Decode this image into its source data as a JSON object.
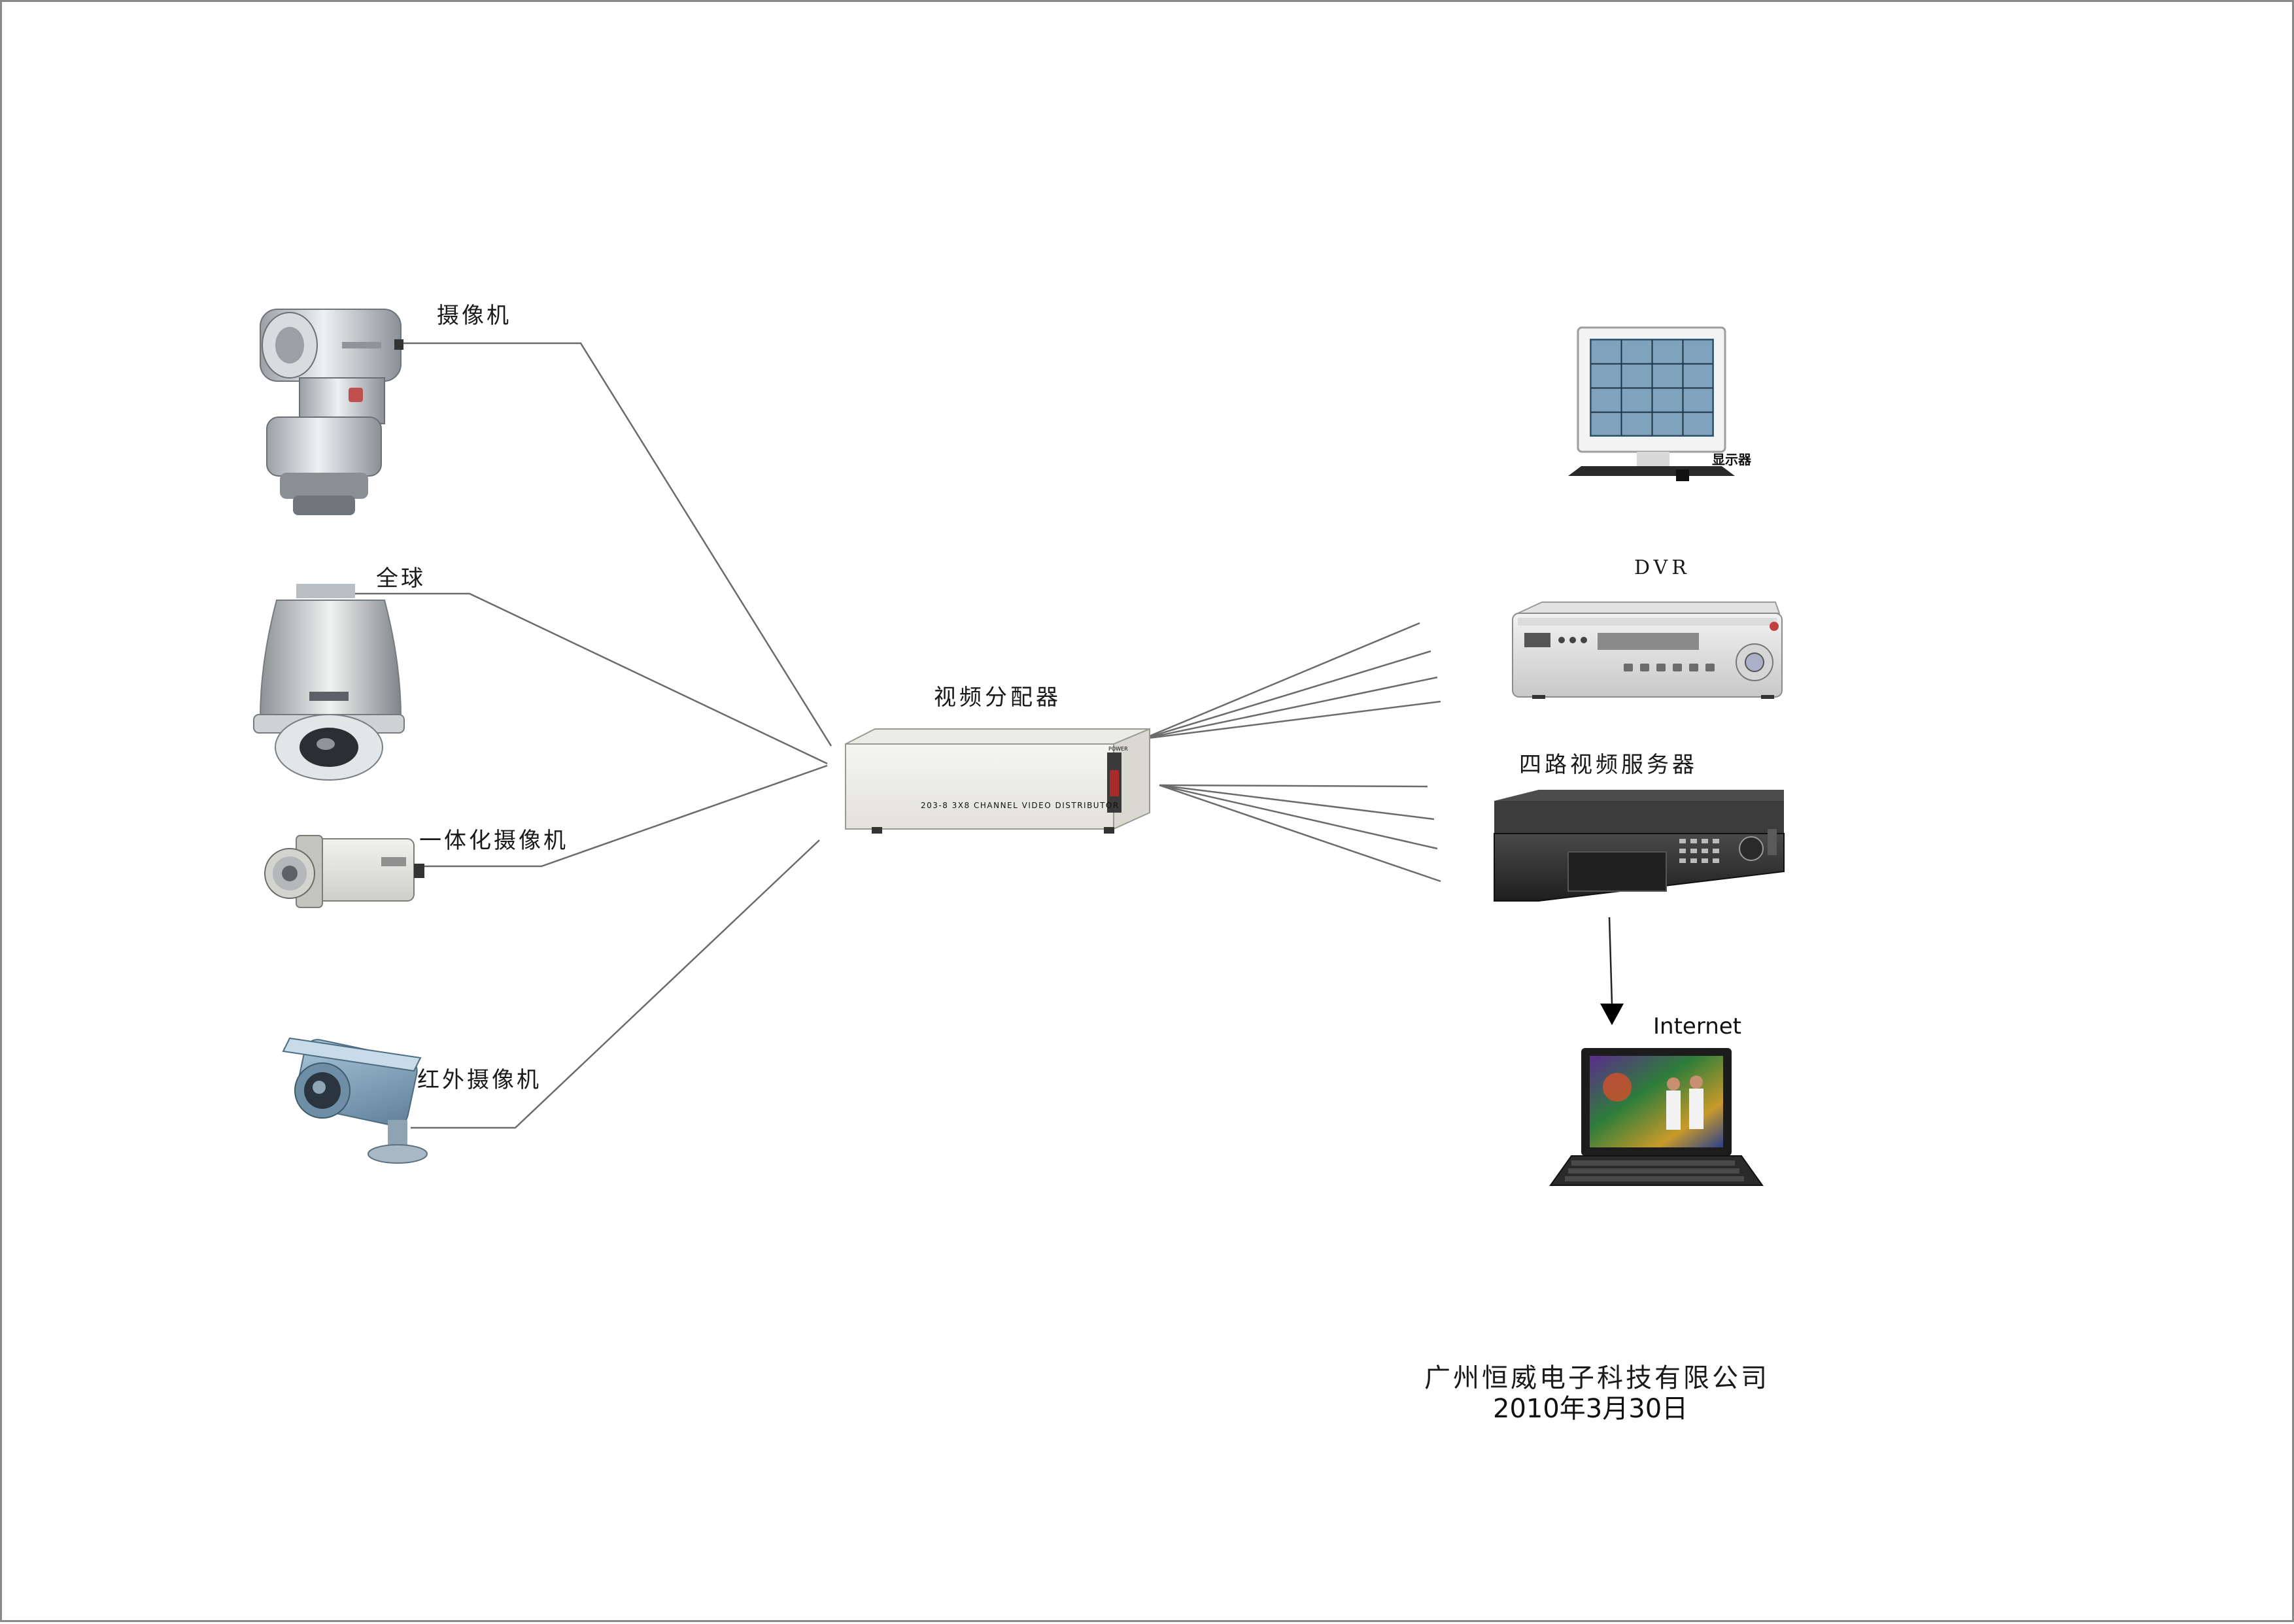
{
  "devices": {
    "camera_ptz": {
      "label": "摄像机"
    },
    "camera_dome": {
      "label": "全球"
    },
    "camera_box": {
      "label": "一体化摄像机"
    },
    "camera_ir": {
      "label": "红外摄像机"
    },
    "distributor": {
      "label": "视频分配器",
      "panel_text": "203-8  3X8  CHANNEL  VIDEO  DISTRIBUTOR",
      "power_tag": "POWER"
    },
    "monitor": {
      "label": "显示器"
    },
    "dvr": {
      "label": "DVR"
    },
    "video_server": {
      "label": "四路视频服务器"
    },
    "laptop": {
      "label": "Internet"
    }
  },
  "footer": {
    "company": "广州恒威电子科技有限公司",
    "date": "2010年3月30日"
  },
  "colors": {
    "line": "#6b6b6b",
    "device_light": "#e8e8e4",
    "device_dark": "#2e2e2e",
    "camera_body": "#c9ced2",
    "ir_camera_body": "#8fb0c8"
  },
  "icons": [
    "ptz-camera-icon",
    "dome-camera-icon",
    "box-camera-icon",
    "ir-camera-icon",
    "video-distributor-icon",
    "monitor-icon",
    "dvr-icon",
    "video-server-icon",
    "laptop-icon"
  ]
}
